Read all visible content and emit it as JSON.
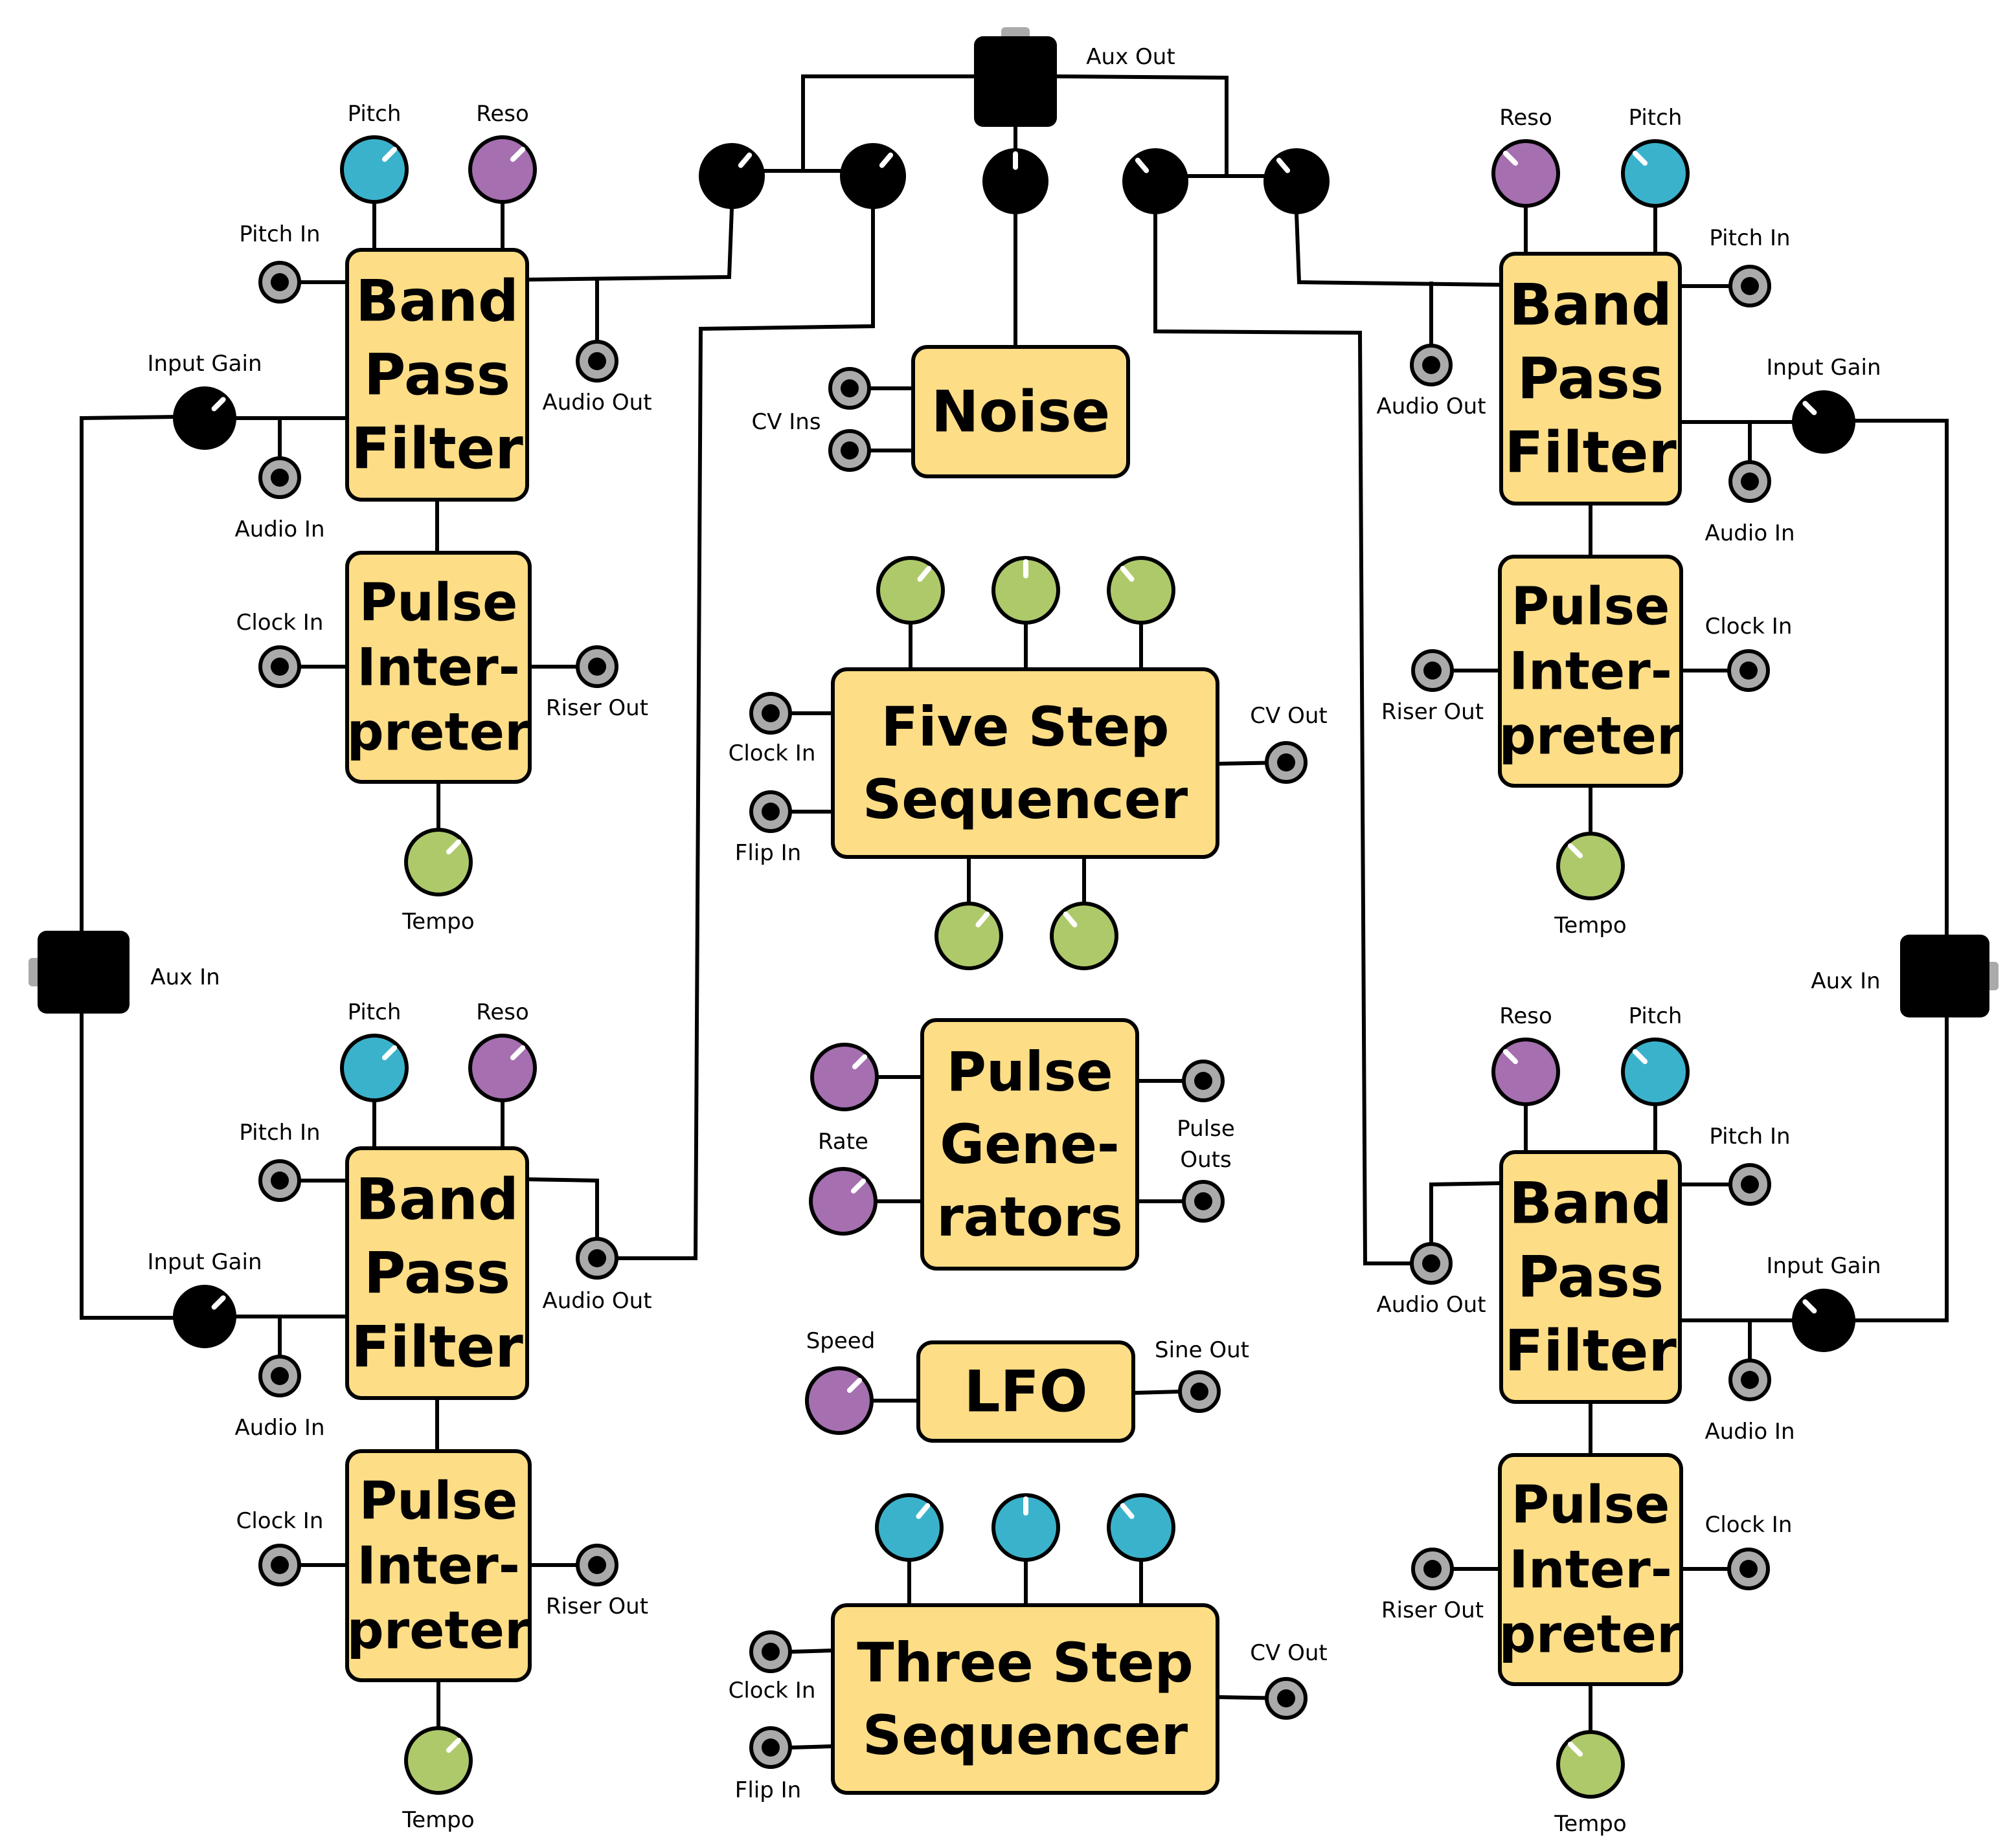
{
  "title": "Modular synth patch diagram",
  "colors": {
    "module_fill": "#fddd86",
    "knob_blue": "#3bb2cc",
    "knob_purple": "#a56fb0",
    "knob_green": "#aec96a",
    "knob_black": "#000000",
    "jack_gray": "#aaaaaa",
    "wire": "#000000"
  },
  "aux_out": {
    "label": "Aux Out"
  },
  "aux_in_left": {
    "label": "Aux In"
  },
  "aux_in_right": {
    "label": "Aux In"
  },
  "mixer_knobs": {
    "count": 5,
    "color": "black"
  },
  "noise": {
    "title": "Noise",
    "cv_ins_label": "CV Ins"
  },
  "five_step": {
    "title_lines": [
      "Five Step",
      "Sequencer"
    ],
    "clock_in": "Clock In",
    "flip_in": "Flip In",
    "cv_out": "CV Out",
    "knob_count": 5,
    "knob_color": "green"
  },
  "pulse_gen": {
    "title_lines": [
      "Pulse",
      "Gene-",
      "rators"
    ],
    "rate_label": "Rate",
    "outs_label_lines": [
      "Pulse",
      "Outs"
    ]
  },
  "lfo": {
    "title": "LFO",
    "speed_label": "Speed",
    "sine_out": "Sine Out"
  },
  "three_step": {
    "title_lines": [
      "Three Step",
      "Sequencer"
    ],
    "clock_in": "Clock In",
    "flip_in": "Flip In",
    "cv_out": "CV Out",
    "knob_count": 3,
    "knob_color": "blue"
  },
  "bpf": {
    "title_lines": [
      "Band",
      "Pass",
      "Filter"
    ],
    "pitch": "Pitch",
    "reso": "Reso",
    "pitch_in": "Pitch In",
    "input_gain": "Input Gain",
    "audio_in": "Audio In",
    "audio_out": "Audio Out"
  },
  "pi": {
    "title_lines": [
      "Pulse",
      "Inter-",
      "preter"
    ],
    "clock_in": "Clock In",
    "riser_out": "Riser Out",
    "tempo": "Tempo"
  },
  "voices": [
    {
      "id": "top-left",
      "side": "left"
    },
    {
      "id": "bottom-left",
      "side": "left"
    },
    {
      "id": "top-right",
      "side": "right"
    },
    {
      "id": "bottom-right",
      "side": "right"
    }
  ]
}
